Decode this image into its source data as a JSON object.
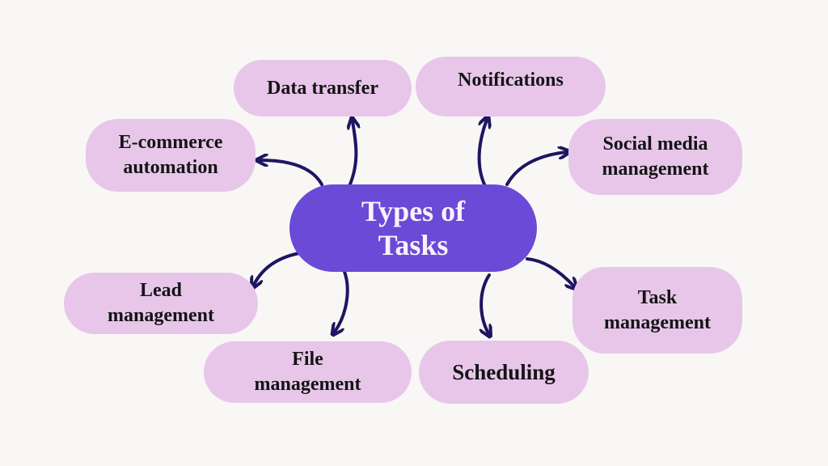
{
  "diagram": {
    "title": "Types of Tasks",
    "center": {
      "label": "Types of\nTasks",
      "color": "#6a4ad6",
      "text_color": "#f6f2fb"
    },
    "node_color": "#e8c6ea",
    "arrow_color": "#1e1660",
    "background": "#f8f7f5",
    "nodes": [
      {
        "id": "data-transfer",
        "label": "Data transfer"
      },
      {
        "id": "notifications",
        "label": "Notifications"
      },
      {
        "id": "e-commerce-automation",
        "label": "E-commerce\nautomation"
      },
      {
        "id": "social-media-management",
        "label": "Social media\nmanagement"
      },
      {
        "id": "lead-management",
        "label": "Lead\nmanagement"
      },
      {
        "id": "task-management",
        "label": "Task\nmanagement"
      },
      {
        "id": "file-management",
        "label": "File\nmanagement"
      },
      {
        "id": "scheduling",
        "label": "Scheduling"
      }
    ]
  }
}
